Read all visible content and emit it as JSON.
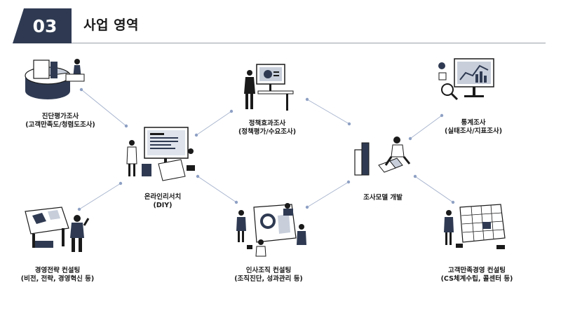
{
  "header": {
    "number": "03",
    "title": "사업 영역",
    "badge_color": "#2f3a52"
  },
  "items": [
    {
      "id": "diagnosis",
      "line1": "진단평가조사",
      "line2": "(고객만족도/청렴도조사)"
    },
    {
      "id": "policy",
      "line1": "정책효과조사",
      "line2": "(정책평가/수요조사)"
    },
    {
      "id": "statistics",
      "line1": "통계조사",
      "line2": "(실태조사/지표조사)"
    },
    {
      "id": "online",
      "line1": "온라인리서치",
      "line2": "(DIY)"
    },
    {
      "id": "model",
      "line1": "조사모델 개발",
      "line2": ""
    },
    {
      "id": "strategy",
      "line1": "경영전략 컨설팅",
      "line2": "(비전, 전략, 경영혁신 등)"
    },
    {
      "id": "hr",
      "line1": "인사조직 컨설팅",
      "line2": "(조직진단, 성과관리 등)"
    },
    {
      "id": "cs",
      "line1": "고객만족경영 컨설팅",
      "line2": "(CS체계수립, 콜센터 등)"
    }
  ],
  "colors": {
    "accent": "#2f3a52",
    "connector": "#a9b6cf",
    "dot": "#8ea0c4"
  }
}
